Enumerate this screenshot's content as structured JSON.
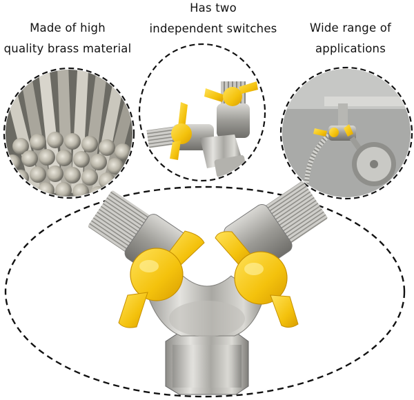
{
  "features": [
    {
      "id": "brass",
      "line1": "Made of high",
      "line2": "quality brass material"
    },
    {
      "id": "switches",
      "line1": "Has two",
      "line2": "independent switches"
    },
    {
      "id": "applications",
      "line1": "Wide range of",
      "line2": "applications"
    }
  ],
  "colors": {
    "handle_yellow": "#f4c20d",
    "brass_metal": "#b9b7b2",
    "dash_border": "#111111",
    "background": "#ffffff"
  }
}
